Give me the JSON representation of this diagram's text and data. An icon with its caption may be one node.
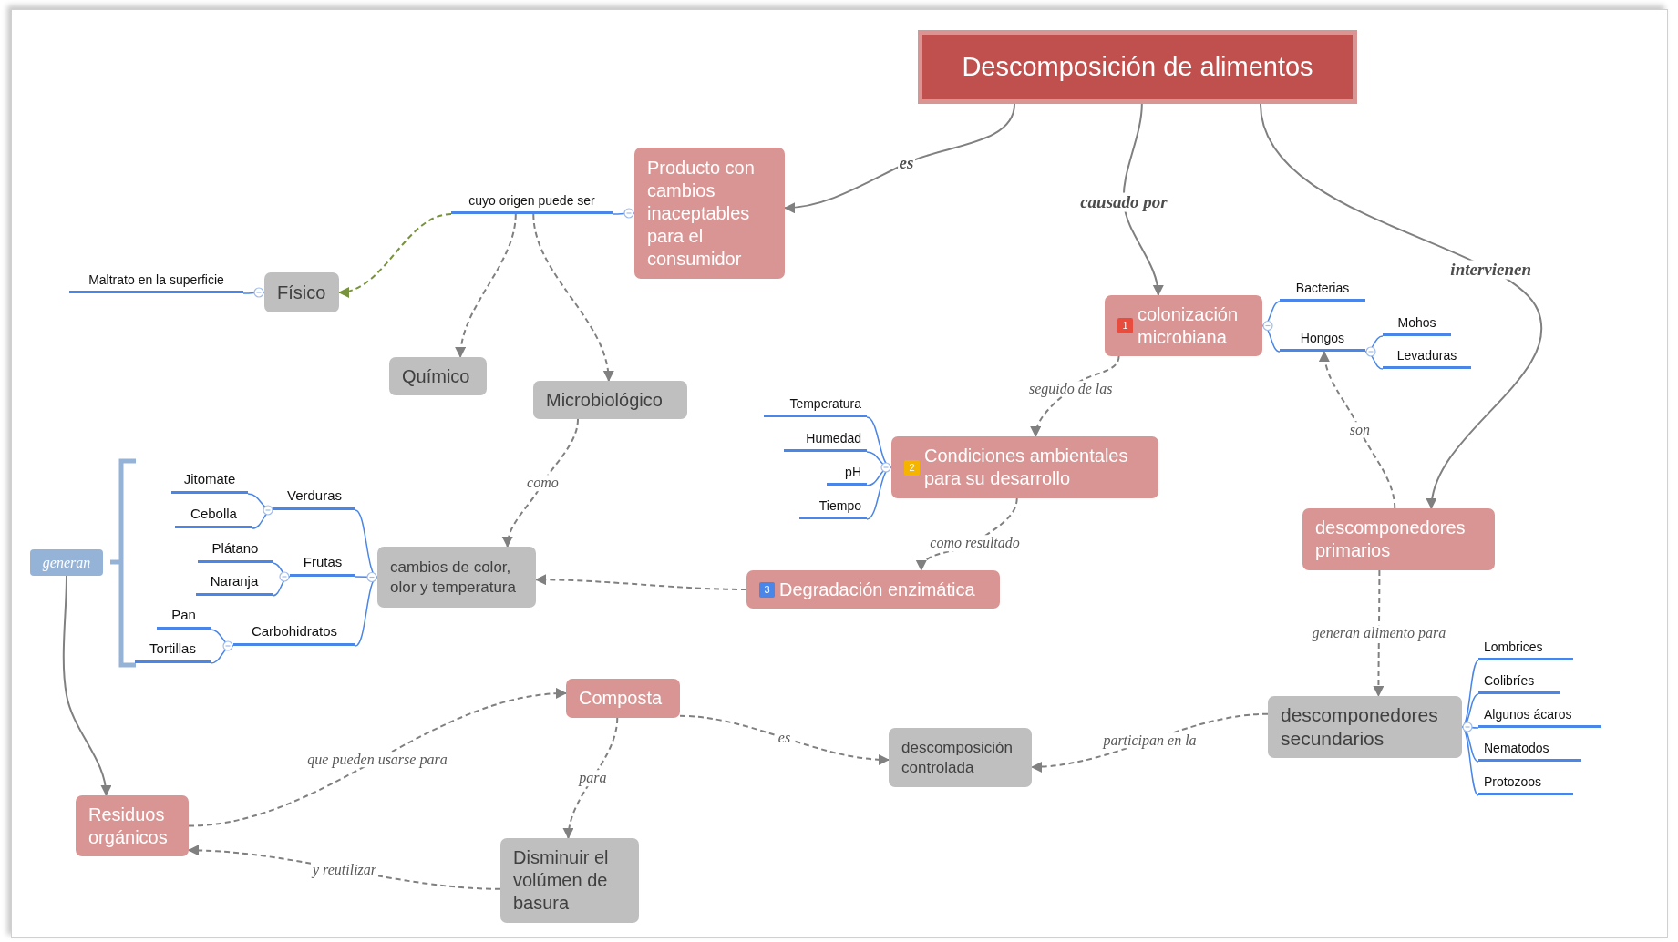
{
  "diagram": {
    "nodes": [
      {
        "text": [
          "Descomposición de alimentos"
        ]
      },
      {
        "text": [
          "Producto con cambios inaceptables para el consumidor"
        ]
      },
      {
        "text": [
          "cuyo origen puede ser"
        ]
      },
      {
        "text": [
          "Físico"
        ]
      },
      {
        "text": [
          "Maltrato en la superficie"
        ]
      },
      {
        "text": [
          "Químico"
        ]
      },
      {
        "text": [
          "Microbiológico"
        ]
      },
      {
        "text": [
          "cambios de color, olor y temperatura"
        ]
      },
      {
        "text": [
          "Verduras"
        ]
      },
      {
        "text": [
          "Jitomate"
        ]
      },
      {
        "text": [
          "Cebolla"
        ]
      },
      {
        "text": [
          "Frutas"
        ]
      },
      {
        "text": [
          "Plátano"
        ]
      },
      {
        "text": [
          "Naranja"
        ]
      },
      {
        "text": [
          "Carbohidratos"
        ]
      },
      {
        "text": [
          "Pan"
        ]
      },
      {
        "text": [
          "Tortillas"
        ]
      },
      {
        "text": [
          "generan"
        ]
      },
      {
        "text": [
          "Residuos orgánicos"
        ]
      },
      {
        "text": [
          "Composta"
        ]
      },
      {
        "text": [
          "Disminuir el volúmen de basura"
        ]
      },
      {
        "text": [
          "descomposición controlada"
        ]
      },
      {
        "text": [
          "1",
          "colonización microbiana"
        ]
      },
      {
        "text": [
          "Bacterias"
        ]
      },
      {
        "text": [
          "Hongos"
        ]
      },
      {
        "text": [
          "Mohos"
        ]
      },
      {
        "text": [
          "Levaduras"
        ]
      },
      {
        "text": [
          "2",
          "Condiciones ambientales para su desarrollo"
        ]
      },
      {
        "text": [
          "Temperatura"
        ]
      },
      {
        "text": [
          "Humedad"
        ]
      },
      {
        "text": [
          "pH"
        ]
      },
      {
        "text": [
          "Tiempo"
        ]
      },
      {
        "text": [
          "3",
          "Degradación enzimática"
        ]
      },
      {
        "text": [
          "descomponedores primarios"
        ]
      },
      {
        "text": [
          "descomponedores secundarios"
        ]
      },
      {
        "text": [
          "Lombrices"
        ]
      },
      {
        "text": [
          "Colibríes"
        ]
      },
      {
        "text": [
          "Algunos ácaros"
        ]
      },
      {
        "text": [
          "Nematodos"
        ]
      },
      {
        "text": [
          "Protozoos"
        ]
      }
    ],
    "edges": [
      {
        "from": 0,
        "to": 1,
        "arrow": "to",
        "label": "es",
        "color": "#808080"
      },
      {
        "from": 0,
        "to": 22,
        "arrow": "to",
        "label": "causado por",
        "color": "#808080"
      },
      {
        "from": 0,
        "to": 33,
        "arrow": "to",
        "label": "intervienen",
        "color": "#808080"
      },
      {
        "from": 1,
        "to": 2,
        "arrow": "none"
      },
      {
        "from": 2,
        "to": 3,
        "arrow": "to",
        "style": "dashed",
        "color": "#77933c"
      },
      {
        "from": 2,
        "to": 5,
        "arrow": "to",
        "style": "dashed",
        "color": "#808080"
      },
      {
        "from": 2,
        "to": 6,
        "arrow": "to",
        "style": "dashed",
        "color": "#808080"
      },
      {
        "from": 3,
        "to": 4,
        "arrow": "none"
      },
      {
        "from": 6,
        "to": 7,
        "arrow": "to",
        "label": "como",
        "style": "dashed",
        "color": "#808080"
      },
      {
        "from": 7,
        "to": 8,
        "arrow": "none"
      },
      {
        "from": 7,
        "to": 11,
        "arrow": "none"
      },
      {
        "from": 7,
        "to": 14,
        "arrow": "none"
      },
      {
        "from": 8,
        "to": 9,
        "arrow": "none"
      },
      {
        "from": 8,
        "to": 10,
        "arrow": "none"
      },
      {
        "from": 11,
        "to": 12,
        "arrow": "none"
      },
      {
        "from": 11,
        "to": 13,
        "arrow": "none"
      },
      {
        "from": 14,
        "to": 15,
        "arrow": "none"
      },
      {
        "from": 14,
        "to": 16,
        "arrow": "none"
      },
      {
        "from": 17,
        "to": 18,
        "arrow": "to",
        "color": "#808080"
      },
      {
        "from": 18,
        "to": 19,
        "arrow": "to",
        "label": "que pueden usarse para",
        "style": "dashed",
        "color": "#808080"
      },
      {
        "from": 19,
        "to": 20,
        "arrow": "to",
        "label": "para",
        "style": "dashed",
        "color": "#808080"
      },
      {
        "from": 20,
        "to": 18,
        "arrow": "to",
        "label": "y reutilizar",
        "style": "dashed",
        "color": "#808080"
      },
      {
        "from": 19,
        "to": 21,
        "arrow": "to",
        "label": "es",
        "style": "dashed",
        "color": "#808080"
      },
      {
        "from": 22,
        "to": 23,
        "arrow": "none"
      },
      {
        "from": 22,
        "to": 24,
        "arrow": "none"
      },
      {
        "from": 24,
        "to": 25,
        "arrow": "none"
      },
      {
        "from": 24,
        "to": 26,
        "arrow": "none"
      },
      {
        "from": 22,
        "to": 27,
        "arrow": "to",
        "label": "seguido de las",
        "style": "dashed",
        "color": "#808080"
      },
      {
        "from": 27,
        "to": 28,
        "arrow": "none"
      },
      {
        "from": 27,
        "to": 29,
        "arrow": "none"
      },
      {
        "from": 27,
        "to": 30,
        "arrow": "none"
      },
      {
        "from": 27,
        "to": 31,
        "arrow": "none"
      },
      {
        "from": 27,
        "to": 32,
        "arrow": "to",
        "label": "como resultado",
        "style": "dashed",
        "color": "#808080"
      },
      {
        "from": 32,
        "to": 7,
        "arrow": "to",
        "style": "dashed",
        "color": "#808080"
      },
      {
        "from": 33,
        "to": 24,
        "arrow": "to",
        "label": "son",
        "style": "dashed",
        "color": "#808080"
      },
      {
        "from": 33,
        "to": 34,
        "arrow": "to",
        "label": "generan alimento para",
        "style": "dashed",
        "color": "#808080"
      },
      {
        "from": 34,
        "to": 21,
        "arrow": "to",
        "label": "participan en la",
        "style": "dashed",
        "color": "#808080"
      },
      {
        "from": 34,
        "to": 35,
        "arrow": "none"
      },
      {
        "from": 34,
        "to": 36,
        "arrow": "none"
      },
      {
        "from": 34,
        "to": 37,
        "arrow": "none"
      },
      {
        "from": 34,
        "to": 38,
        "arrow": "none"
      },
      {
        "from": 34,
        "to": 39,
        "arrow": "none"
      }
    ]
  }
}
